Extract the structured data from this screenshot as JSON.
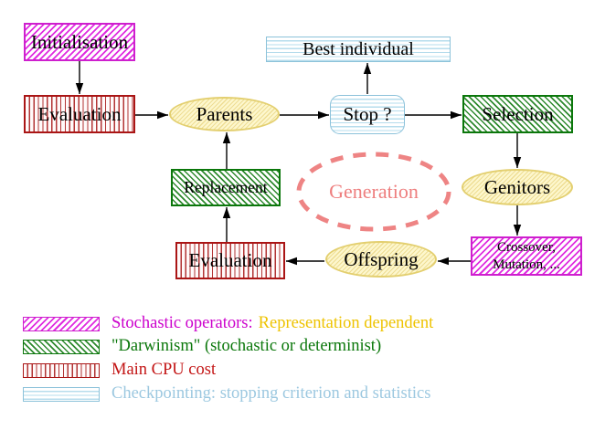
{
  "nodes": {
    "initialisation": "Initialisation",
    "evaluation_top": "Evaluation",
    "parents": "Parents",
    "best_individual": "Best individual",
    "stop": "Stop ?",
    "selection": "Selection",
    "genitors": "Genitors",
    "crossover_line1": "Crossover,",
    "crossover_line2": "Mutation, ...",
    "offspring": "Offspring",
    "evaluation_bottom": "Evaluation",
    "replacement": "Replacement",
    "generation": "Generation"
  },
  "legend": {
    "rows": [
      {
        "label": "Stochastic operators:",
        "label_secondary": "Representation dependent"
      },
      {
        "label": "\"Darwinism\" (stochastic or determinist)"
      },
      {
        "label": "Main CPU cost"
      },
      {
        "label": "Checkpointing: stopping criterion and statistics"
      }
    ]
  },
  "colors": {
    "stochastic_magenta": "#cc00cc",
    "representation_gold": "#eec300",
    "darwinism_green": "#0a770a",
    "cpu_cost_red": "#c31515",
    "checkpointing_blue": "#9cc8e0",
    "generation_salmon": "#ee7e7e",
    "yellow_border": "#e3cf6f"
  }
}
